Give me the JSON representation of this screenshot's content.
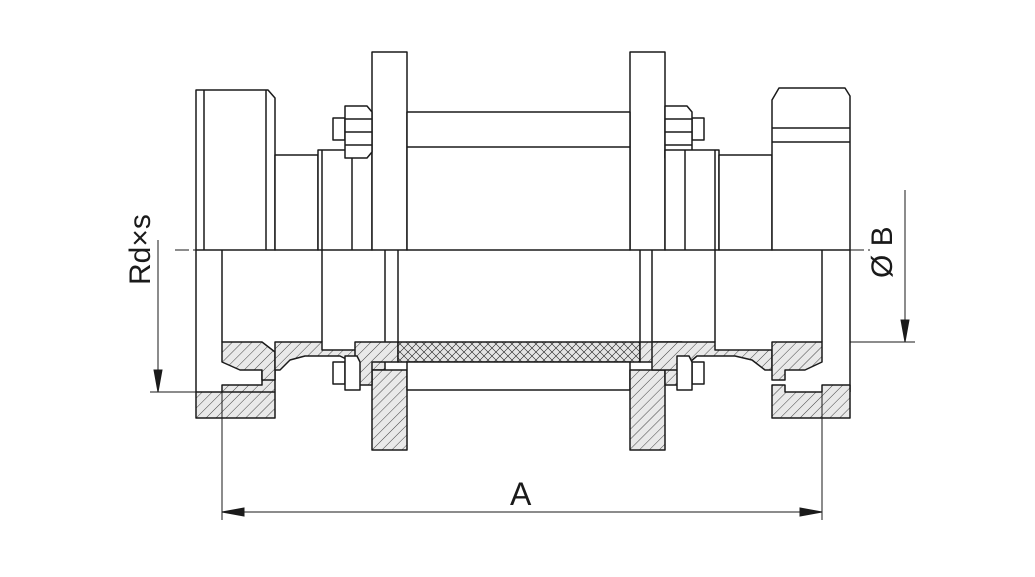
{
  "labels": {
    "thread": "Rd×s",
    "diameter": "Ø B",
    "length": "A"
  },
  "colors": {
    "stroke": "#1a1a1a",
    "part_fill": "#ffffff",
    "section_fill": "#e9e9e9",
    "hatch": "#1a1a1a"
  }
}
